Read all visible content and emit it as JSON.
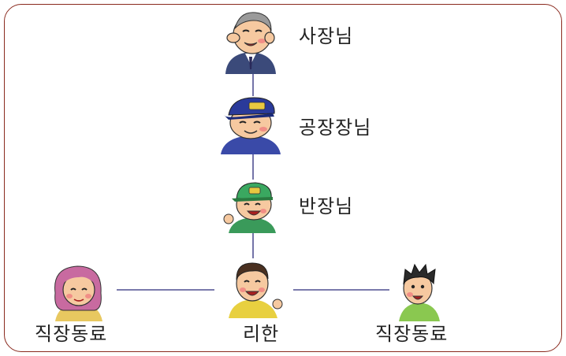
{
  "labels": {
    "president": "사장님",
    "factory_manager": "공장장님",
    "team_leader": "반장님",
    "rihan": "리한",
    "coworker_left": "직장동료",
    "coworker_right": "직장동료"
  },
  "colors": {
    "frame_border": "#8a2a1e",
    "connector": "#2a2a7a",
    "skin": "#f6c9a0",
    "cheek": "#f08080"
  }
}
